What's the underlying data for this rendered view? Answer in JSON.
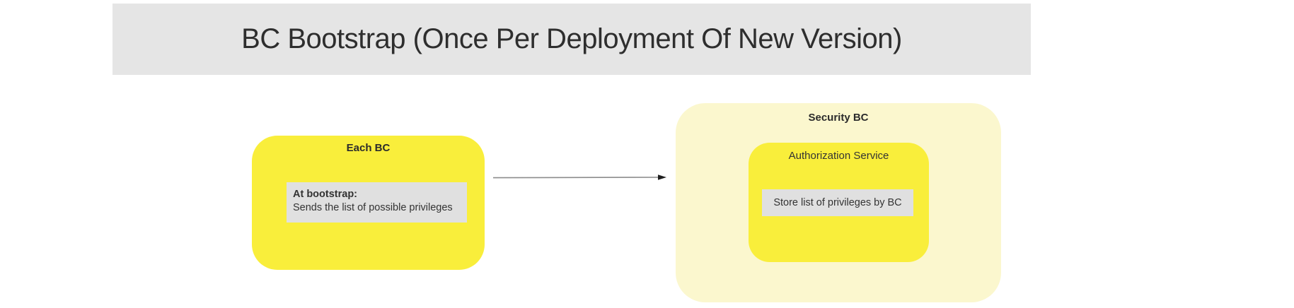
{
  "header": {
    "title": "BC Bootstrap (Once Per Deployment Of New Version)"
  },
  "nodes": {
    "each_bc": {
      "label": "Each BC",
      "note": {
        "title": "At bootstrap:",
        "body": "Sends the list of possible privileges"
      }
    },
    "security_bc": {
      "label": "Security BC",
      "child": {
        "label": "Authorization Service",
        "note": {
          "body": "Store list of privileges by BC"
        }
      }
    }
  },
  "colors": {
    "bright_yellow": "#F9EE3B",
    "pale_yellow": "#FBF7CE",
    "note_gray": "#E0E0E0",
    "banner_gray": "#E5E5E5",
    "text_dark": "#2B2B2B",
    "text_note": "#333333",
    "title_text": "#2E2E2E",
    "arrow_line": "#8C8C8C",
    "arrow_head": "#1F1F1F"
  }
}
